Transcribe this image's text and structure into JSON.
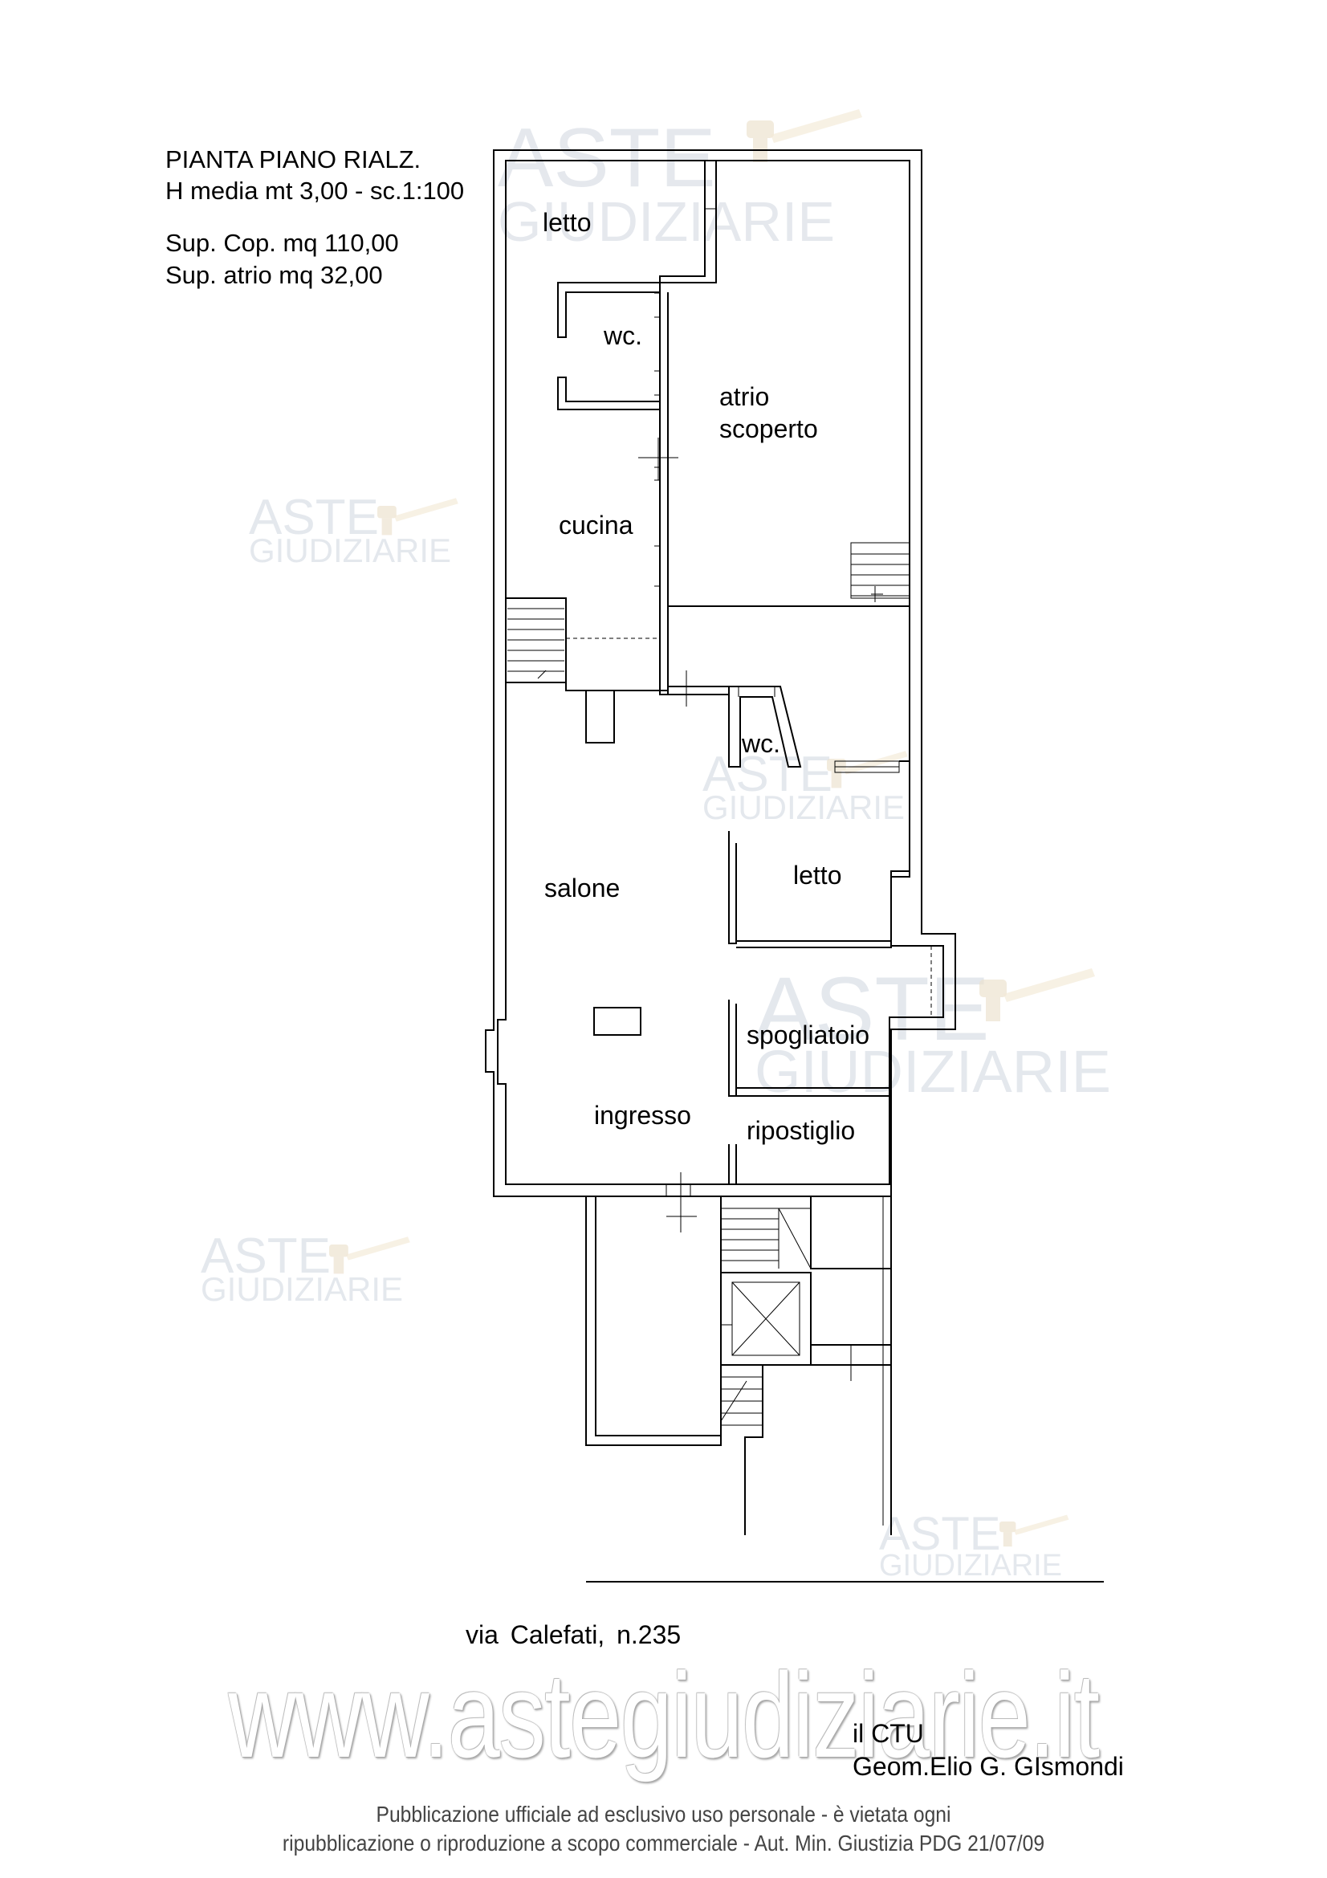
{
  "header": {
    "title": "PIANTA PIANO RIALZ.",
    "height_scale": "H media mt 3,00 - sc.1:100",
    "sup_cop": "Sup. Cop. mq 110,00",
    "sup_atrio": "Sup. atrio  mq   32,00"
  },
  "rooms": {
    "letto_top": "letto",
    "wc_top": "wc.",
    "atrio_line1": "atrio",
    "atrio_line2": "scoperto",
    "cucina": "cucina",
    "wc_mid": "wc.",
    "salone": "salone",
    "letto_mid": "letto",
    "spogliatoio": "spogliatoio",
    "ingresso": "ingresso",
    "ripostiglio": "ripostiglio"
  },
  "address": "via   Calefati, n.235",
  "signature": {
    "role": "il  CTU",
    "name": "Geom.Elio G. GIsmondi"
  },
  "watermark": {
    "brand_line1": "ASTE",
    "brand_line2": "GIUDIZIARIE",
    "site": "www.astegiudiziarie.it"
  },
  "footer": {
    "line1": "Pubblicazione ufficiale ad esclusivo uso personale - è vietata ogni",
    "line2": "ripubblicazione o riproduzione a scopo commerciale - Aut. Min. Giustizia PDG 21/07/09"
  }
}
